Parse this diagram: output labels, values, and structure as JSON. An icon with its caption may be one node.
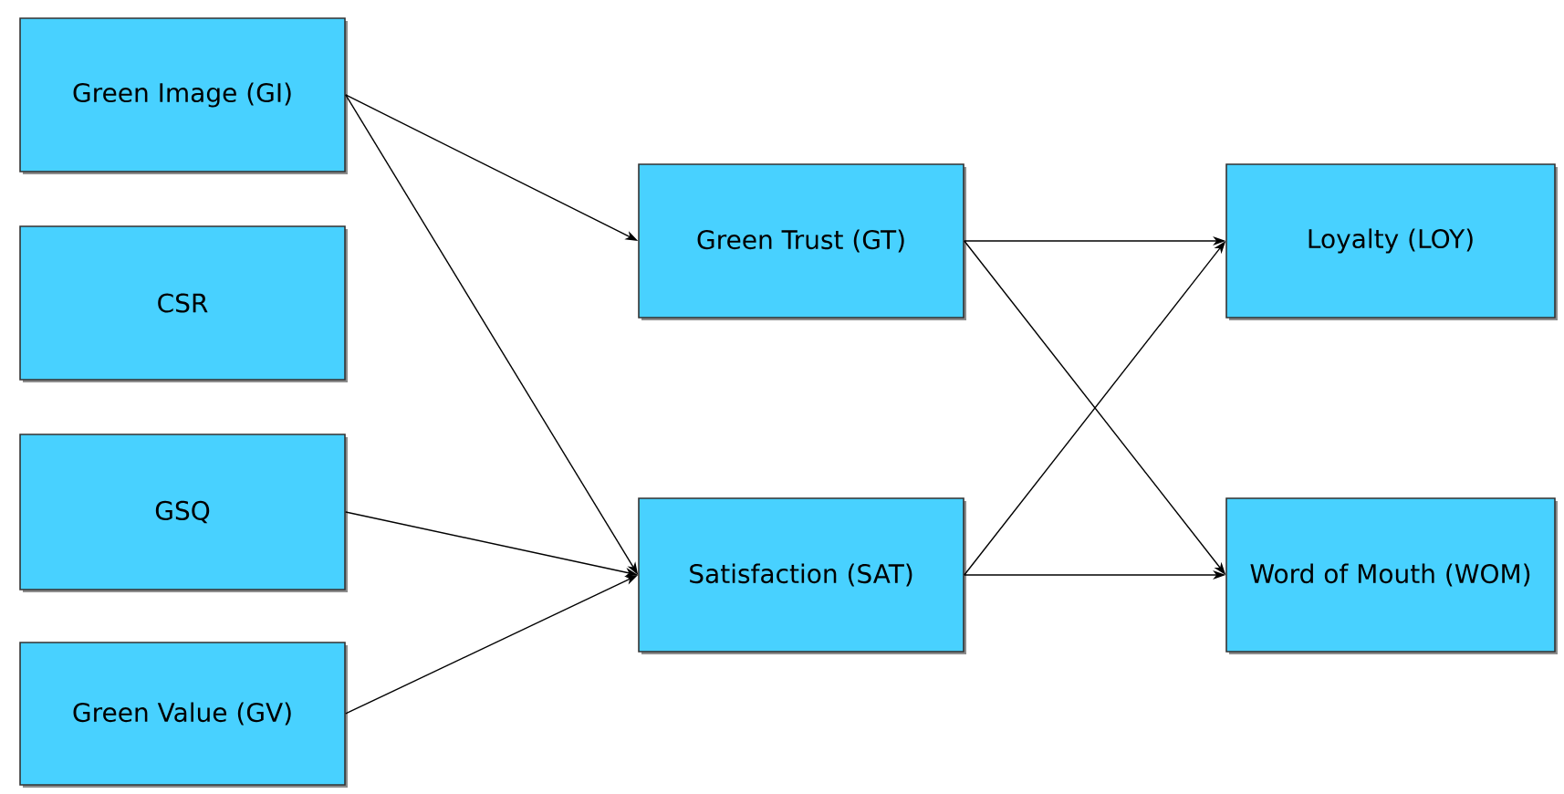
{
  "diagram": {
    "nodes": [
      {
        "text": [
          "Green Image (GI)"
        ]
      },
      {
        "text": [
          "CSR"
        ]
      },
      {
        "text": [
          "GSQ"
        ]
      },
      {
        "text": [
          "Green Value (GV)"
        ]
      },
      {
        "text": [
          "Green Trust (GT)"
        ]
      },
      {
        "text": [
          "Satisfaction (SAT)"
        ]
      },
      {
        "text": [
          "Loyalty (LOY)"
        ]
      },
      {
        "text": [
          "Word of Mouth (WOM)"
        ]
      }
    ],
    "edges": [
      {
        "from": 0,
        "to": 4,
        "arrow": "to"
      },
      {
        "from": 0,
        "to": 5,
        "arrow": "to"
      },
      {
        "from": 2,
        "to": 5,
        "arrow": "to"
      },
      {
        "from": 3,
        "to": 5,
        "arrow": "to"
      },
      {
        "from": 4,
        "to": 6,
        "arrow": "to"
      },
      {
        "from": 4,
        "to": 7,
        "arrow": "to"
      },
      {
        "from": 5,
        "to": 6,
        "arrow": "to"
      },
      {
        "from": 5,
        "to": 7,
        "arrow": "to"
      }
    ]
  }
}
